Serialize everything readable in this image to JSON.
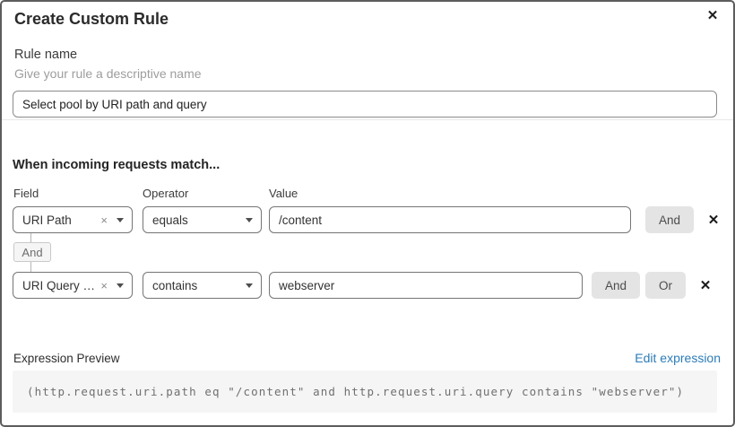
{
  "modal": {
    "title": "Create Custom Rule",
    "close_icon": "✕"
  },
  "rule_name": {
    "label": "Rule name",
    "helper": "Give your rule a descriptive name",
    "value": "Select pool by URI path and query"
  },
  "match_section": {
    "heading": "When incoming requests match...",
    "columns": {
      "field": "Field",
      "operator": "Operator",
      "value": "Value"
    },
    "rows": [
      {
        "field": "URI Path",
        "operator": "equals",
        "value": "/content",
        "and_label": "And",
        "remove_icon": "×",
        "delete_icon": "✕"
      },
      {
        "field": "URI Query St...",
        "operator": "contains",
        "value": "webserver",
        "and_label": "And",
        "or_label": "Or",
        "remove_icon": "×",
        "delete_icon": "✕"
      }
    ],
    "connector_label": "And"
  },
  "expression": {
    "label": "Expression Preview",
    "edit_link": "Edit expression",
    "preview": "(http.request.uri.path eq \"/content\" and http.request.uri.query contains \"webserver\")"
  },
  "colors": {
    "link_blue": "#2c7cb8",
    "button_gray": "#e4e4e4",
    "preview_bg": "#f5f5f5"
  }
}
